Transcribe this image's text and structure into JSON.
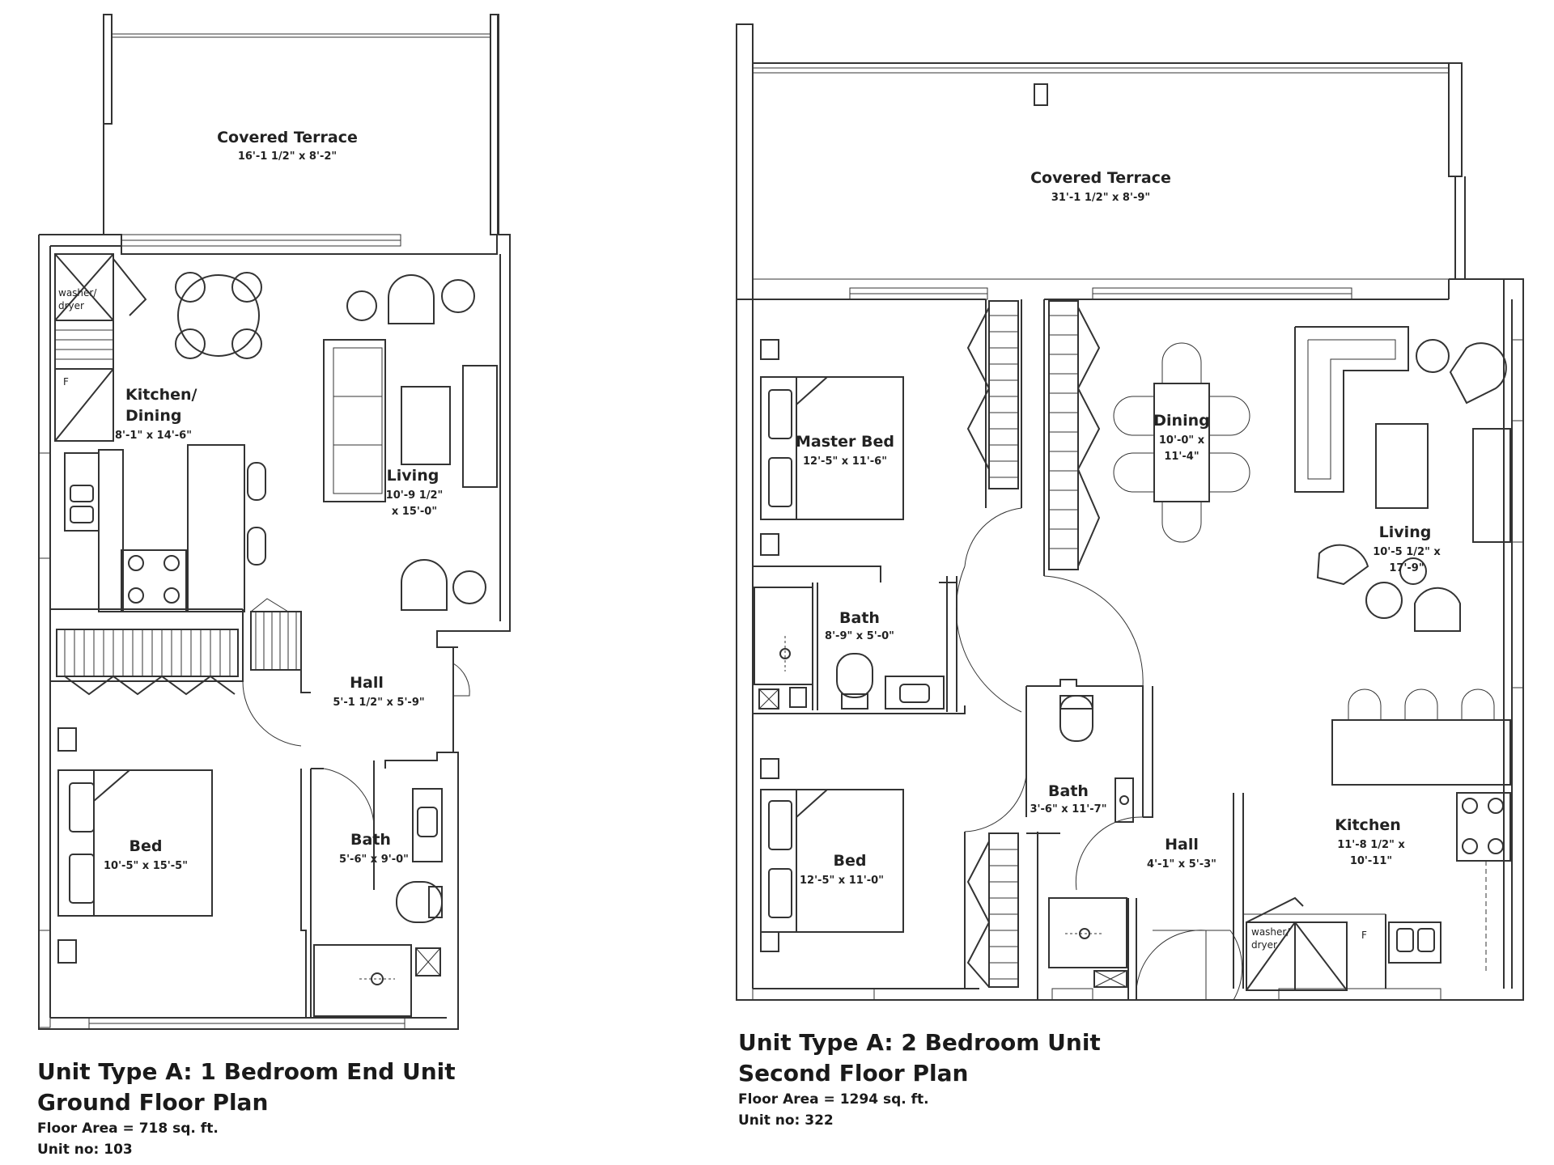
{
  "plans": [
    {
      "title": "Unit Type A: 1 Bedroom End Unit",
      "subtitle": "Ground Floor Plan",
      "floor_area": "Floor Area = 718 sq. ft.",
      "unit_no": "Unit no: 103",
      "rooms": {
        "terrace": {
          "name": "Covered Terrace",
          "dims": "16'-1 1/2\" x  8'-2\""
        },
        "kitchen": {
          "name_1": "Kitchen/",
          "name_2": "Dining",
          "dims": "8'-1\" x 14'-6\""
        },
        "living": {
          "name": "Living",
          "dims_1": "10'-9 1/2\"",
          "dims_2": "x 15'-0\""
        },
        "hall": {
          "name": "Hall",
          "dims": "5'-1 1/2\" x 5'-9\""
        },
        "bed": {
          "name": "Bed",
          "dims": "10'-5\" x 15'-5\""
        },
        "bath": {
          "name": "Bath",
          "dims": "5'-6\" x 9'-0\""
        }
      },
      "fixtures": {
        "washer_1": "washer/",
        "washer_2": "dryer",
        "fridge": "F"
      }
    },
    {
      "title": "Unit Type A: 2 Bedroom Unit",
      "subtitle": "Second Floor Plan",
      "floor_area": "Floor Area = 1294 sq. ft.",
      "unit_no": "Unit no: 322",
      "rooms": {
        "terrace": {
          "name": "Covered Terrace",
          "dims": "31'-1 1/2\" x 8'-9\""
        },
        "master": {
          "name": "Master Bed",
          "dims": "12'-5\"  x 11'-6\""
        },
        "dining": {
          "name": "Dining",
          "dims_1": "10'-0\" x",
          "dims_2": "11'-4\""
        },
        "living": {
          "name": "Living",
          "dims_1": "10'-5 1/2\" x",
          "dims_2": "17'-9\""
        },
        "bath1": {
          "name": "Bath",
          "dims": "8'-9\" x 5'-0\""
        },
        "bath2": {
          "name": "Bath",
          "dims": "3'-6\" x 11'-7\""
        },
        "bed": {
          "name": "Bed",
          "dims": "12'-5\"  x 11'-0\""
        },
        "hall": {
          "name": "Hall",
          "dims": "4'-1\" x 5'-3\""
        },
        "kitchen": {
          "name": "Kitchen",
          "dims_1": "11'-8 1/2\" x",
          "dims_2": "10'-11\""
        }
      },
      "fixtures": {
        "washer_1": "washer/",
        "washer_2": "dryer",
        "fridge": "F"
      }
    }
  ]
}
